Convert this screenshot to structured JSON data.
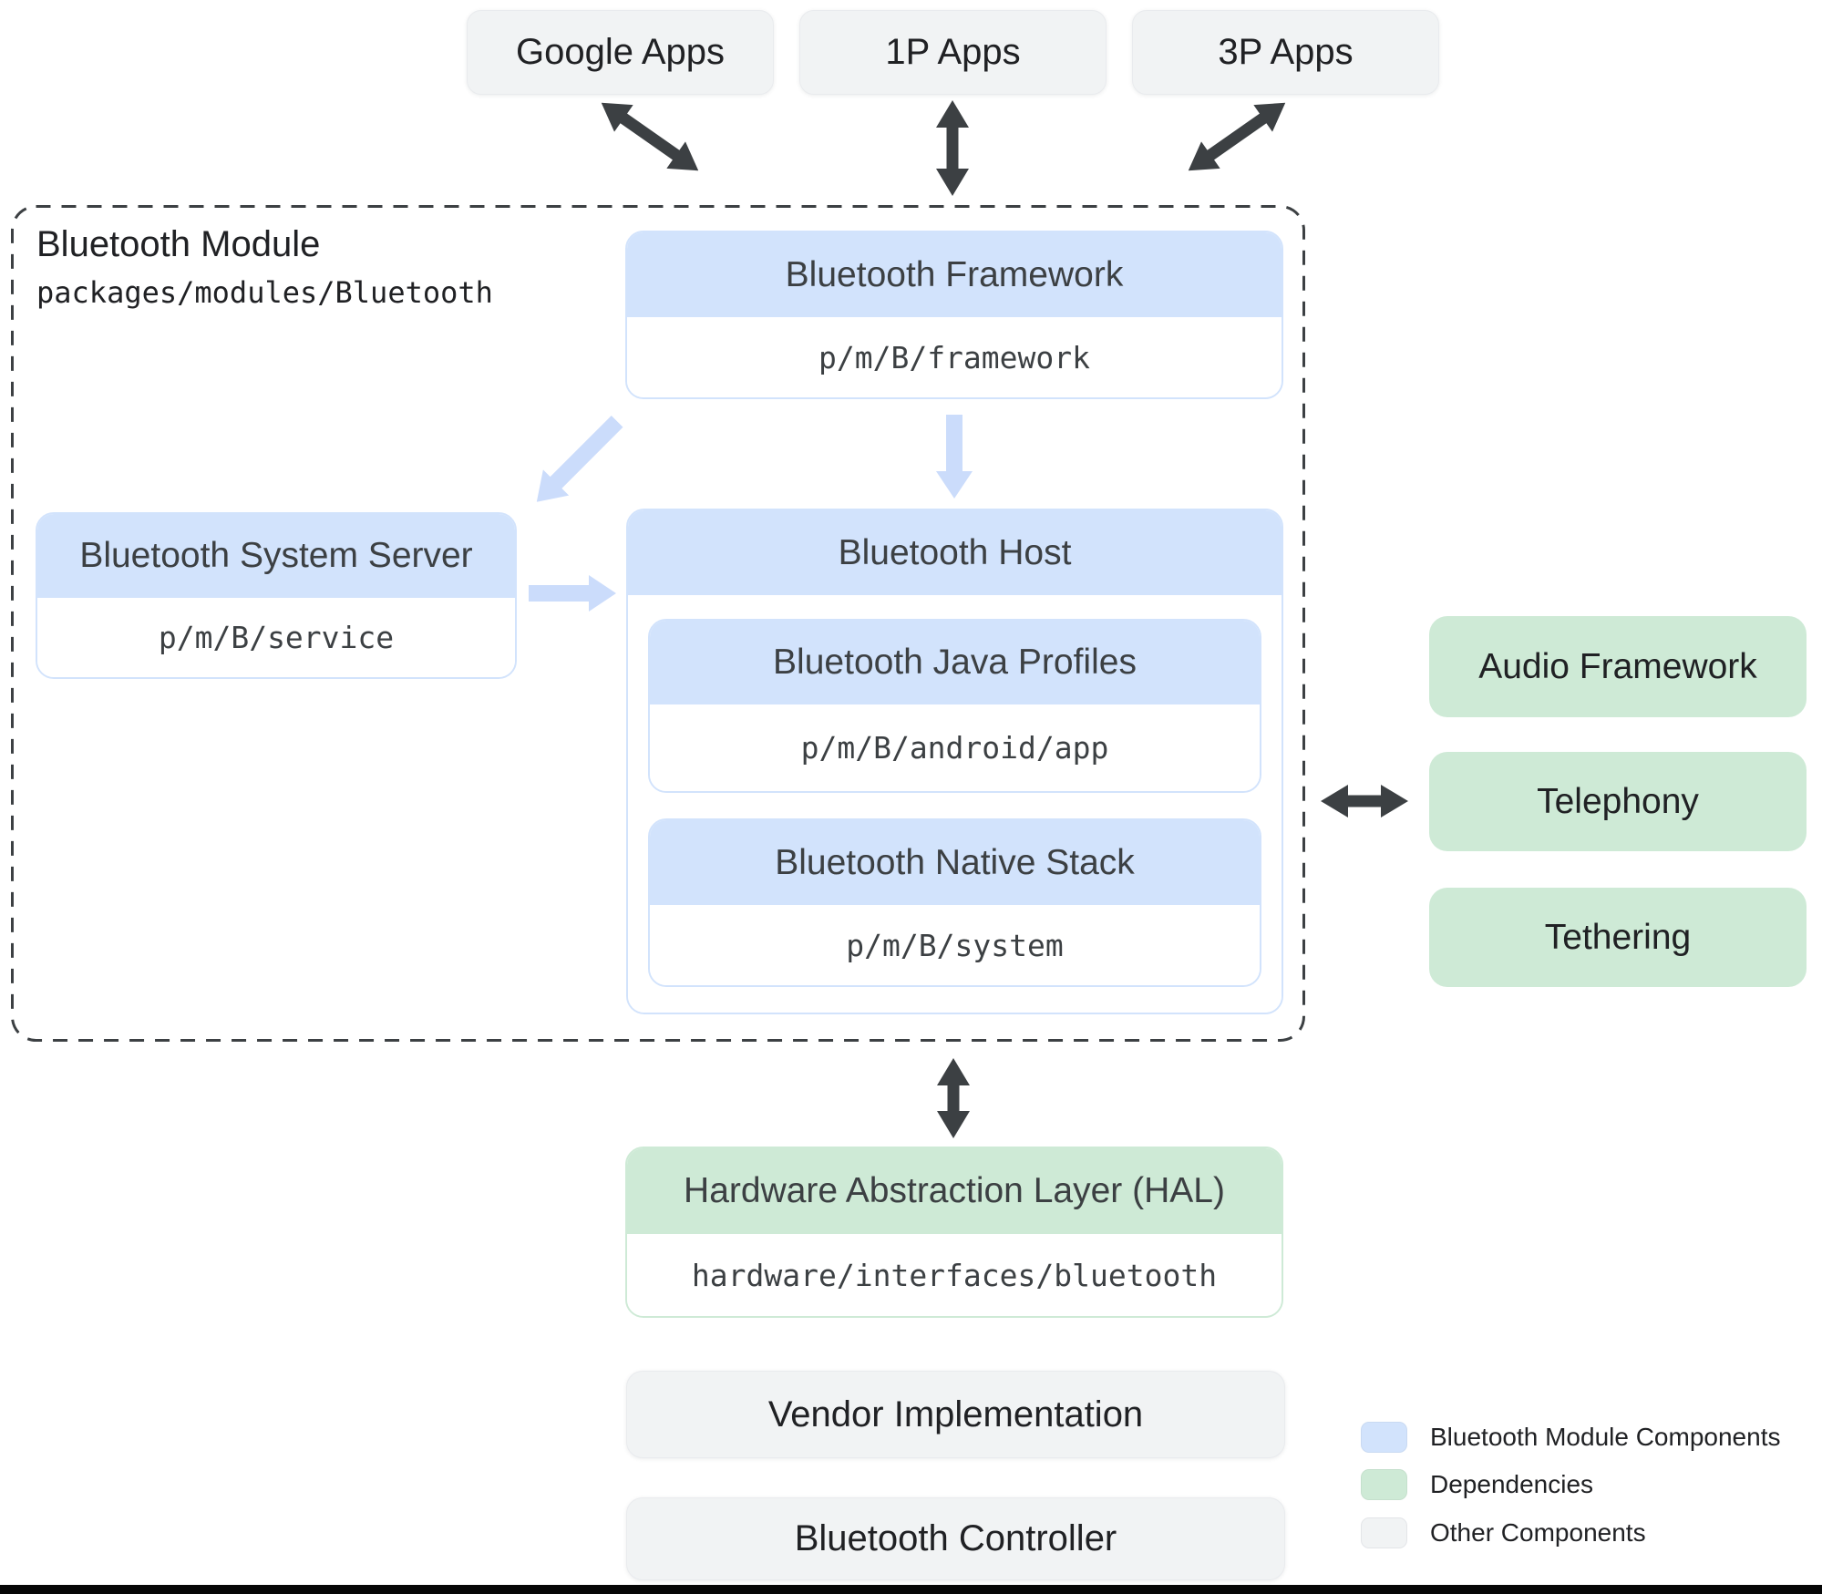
{
  "colors": {
    "module_blue": "#d2e3fc",
    "dependency_green": "#ceead6",
    "other_gray": "#f1f3f4",
    "arrow_dark": "#3c4043",
    "arrow_blue": "#cbdcfb"
  },
  "top_apps": {
    "google": "Google Apps",
    "first_party": "1P Apps",
    "third_party": "3P Apps"
  },
  "module": {
    "title": "Bluetooth Module",
    "path": "packages/modules/Bluetooth",
    "framework": {
      "title": "Bluetooth Framework",
      "path": "p/m/B/framework"
    },
    "system_server": {
      "title": "Bluetooth System Server",
      "path": "p/m/B/service"
    },
    "host": {
      "title": "Bluetooth Host",
      "java_profiles": {
        "title": "Bluetooth Java Profiles",
        "path": "p/m/B/android/app"
      },
      "native_stack": {
        "title": "Bluetooth Native Stack",
        "path": "p/m/B/system"
      }
    }
  },
  "dependencies": {
    "audio": "Audio Framework",
    "telephony": "Telephony",
    "tethering": "Tethering"
  },
  "hal": {
    "title": "Hardware Abstraction Layer (HAL)",
    "path": "hardware/interfaces/bluetooth"
  },
  "other_components": {
    "vendor": "Vendor Implementation",
    "controller": "Bluetooth Controller"
  },
  "legend": {
    "module_components": {
      "label": "Bluetooth Module Components",
      "color": "#d2e3fc"
    },
    "dependencies": {
      "label": "Dependencies",
      "color": "#ceead6"
    },
    "other": {
      "label": "Other Components",
      "color": "#f1f3f4"
    }
  }
}
